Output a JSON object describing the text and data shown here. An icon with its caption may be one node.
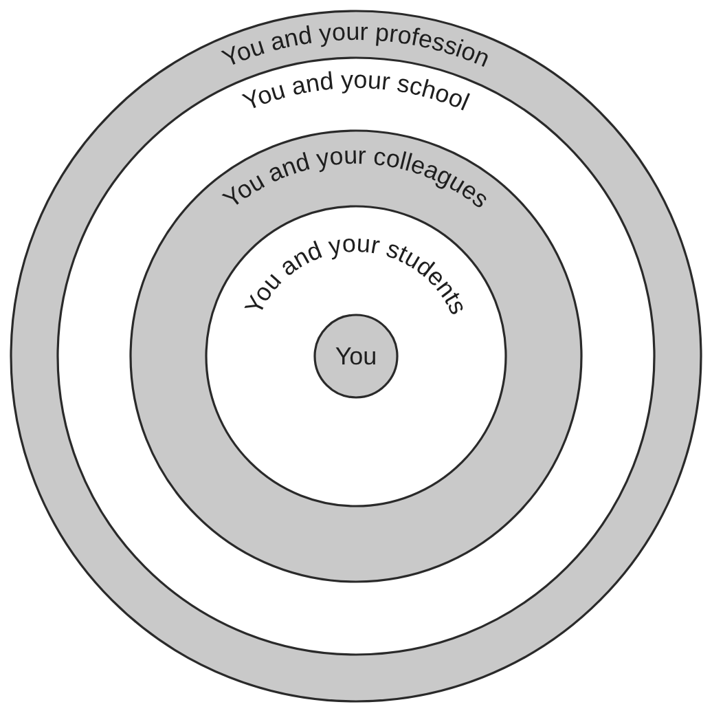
{
  "diagram": {
    "nodes": [
      {
        "text": [
          "You and your profession"
        ]
      },
      {
        "text": [
          "You and your school"
        ],
        "in": 0
      },
      {
        "text": [
          "You and your colleagues"
        ],
        "in": 1
      },
      {
        "text": [
          "You and your students"
        ],
        "in": 2
      },
      {
        "text": [
          "You"
        ],
        "in": 3
      }
    ]
  }
}
